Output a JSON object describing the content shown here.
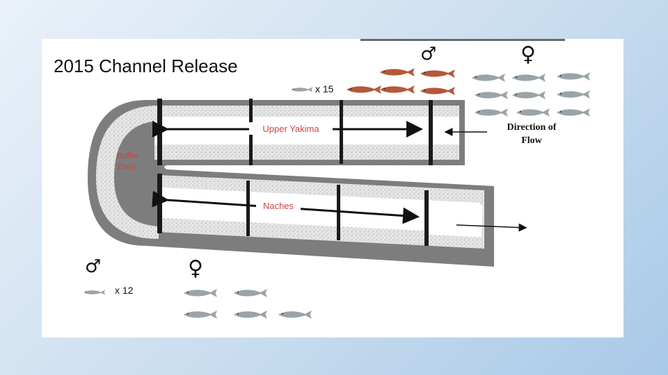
{
  "slide": {
    "title": "2015 Channel Release"
  },
  "diagram": {
    "upper_channel_label": "Upper Yakima",
    "lower_channel_label": "Naches",
    "buffer_label_line1": "Buffer",
    "buffer_label_line2": "Zone",
    "flow_label_line1": "Direction of",
    "flow_label_line2": "Flow"
  },
  "release_groups": {
    "top": {
      "male_symbol": "♂",
      "female_symbol": "♀",
      "count_label": "x 15",
      "male_fish_color": "#b5583a",
      "female_fish_color": "#9aa3a8"
    },
    "bottom": {
      "male_symbol": "♂",
      "female_symbol": "♀",
      "count_label": "x 12",
      "female_fish_color": "#9aa3a8"
    }
  }
}
